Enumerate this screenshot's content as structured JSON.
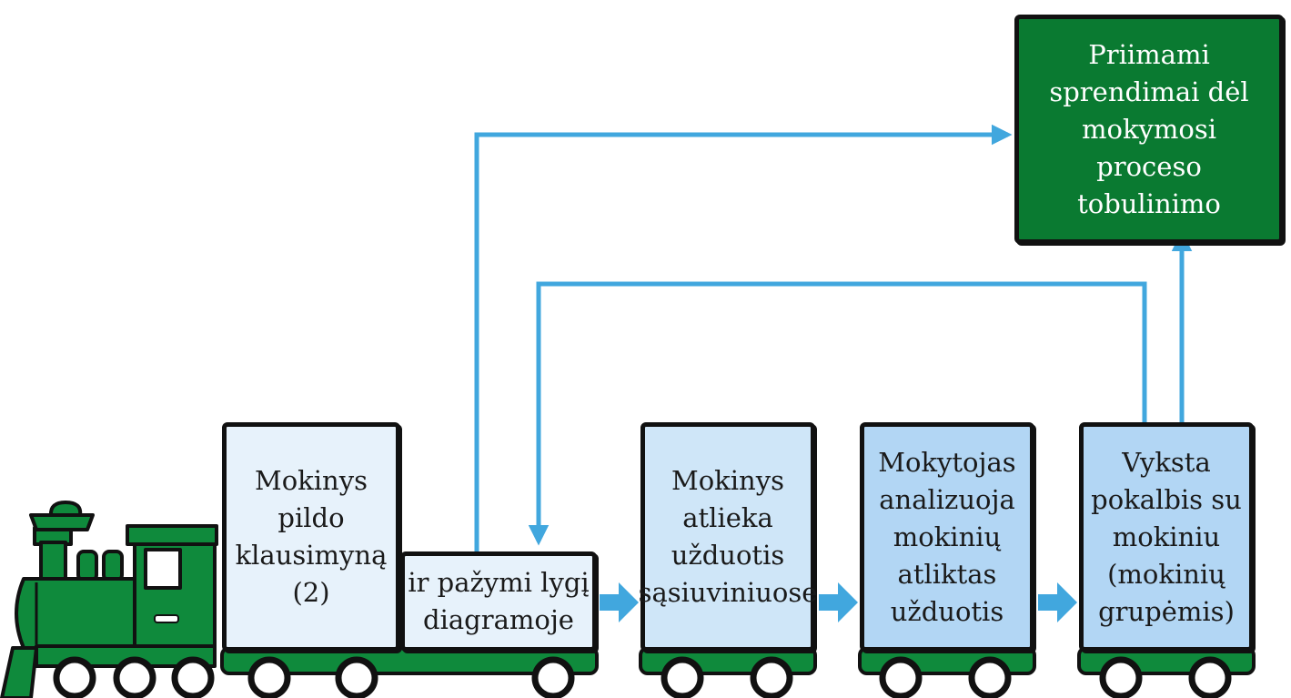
{
  "colors": {
    "arrow": "#41a7de",
    "train_green": "#0f8a3c",
    "wheel": "#ffffff",
    "box_light": "#e7f2fb",
    "box_mid": "#cfe6f8",
    "box_blue": "#b2d6f4",
    "outcome_bg": "#0a7a31",
    "outcome_text": "#ffffff",
    "outline": "#111111"
  },
  "nodes": {
    "questionnaire": "Mokinys\npildo\nklausimyną\n(2)",
    "diagram_mark": "ir pažymi lygį\ndiagramoje",
    "notebook_tasks": "Mokinys\natlieka\nužduotis\nsąsiuviniuose",
    "teacher_analysis": "Mokytojas\nanalizuoja\nmokinių\natliktas\nužduotis",
    "conversation": "Vyksta\npokalbis su\nmokiniu\n(mokinių\ngrupėmis)",
    "outcome": "Priimami\nsprendimai dėl\nmokymosi\nproceso\ntobulinimo"
  },
  "icons": {
    "locomotive": "steam-locomotive-icon",
    "arrow": "arrow-right-icon"
  }
}
